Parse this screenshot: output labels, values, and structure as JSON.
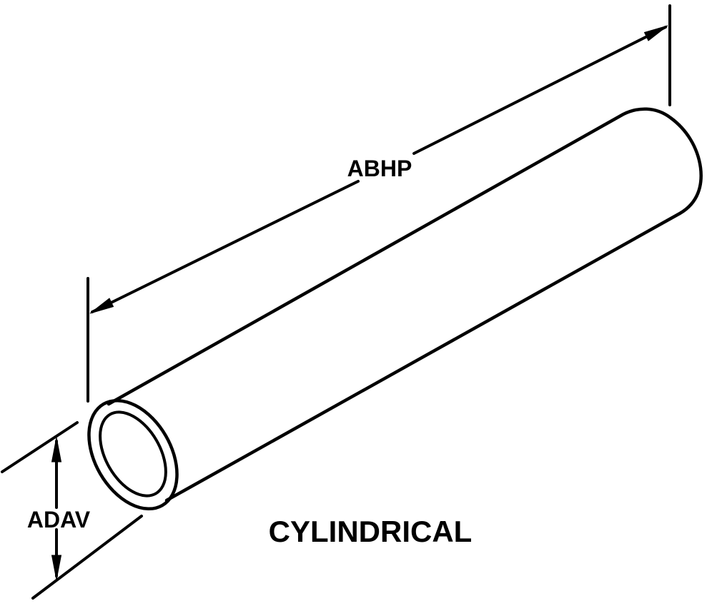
{
  "figure": {
    "type": "technical-line-drawing",
    "subject": "cylindrical tube with open near end and closed rounded far end",
    "caption": "CYLINDRICAL",
    "labels": {
      "length_dimension": "ABHP",
      "diameter_dimension": "ADAV"
    },
    "colors": {
      "line": "#000000",
      "background": "#ffffff"
    }
  }
}
